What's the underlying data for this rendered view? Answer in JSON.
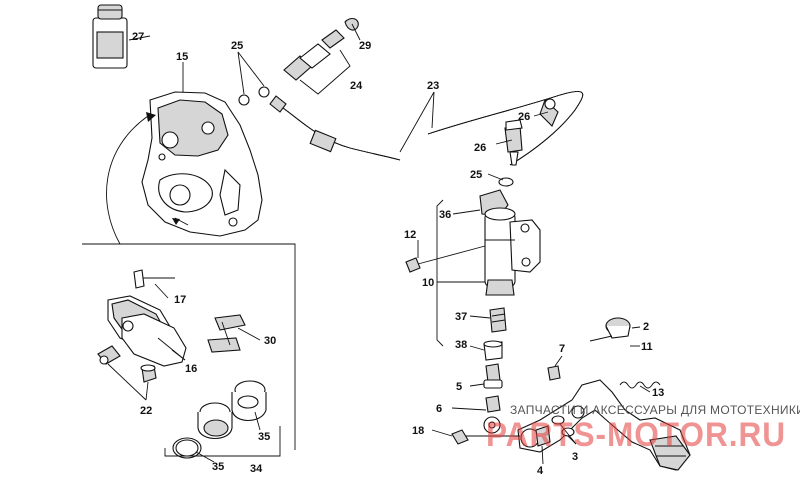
{
  "labels": {
    "l27": "27",
    "l15": "15",
    "l25a": "25",
    "l29": "29",
    "l24": "24",
    "l23": "23",
    "l26a": "26",
    "l26b": "26",
    "l25b": "25",
    "l36": "36",
    "l12": "12",
    "l10": "10",
    "l17": "17",
    "l30": "30",
    "l16": "16",
    "l22": "22",
    "l37": "37",
    "l38": "38",
    "l2": "2",
    "l11": "11",
    "l7": "7",
    "l13": "13",
    "l5": "5",
    "l6": "6",
    "l18": "18",
    "l4": "4",
    "l3": "3",
    "l35a": "35",
    "l35b": "35",
    "l34": "34"
  },
  "watermark": {
    "top": "ЗАПЧАСТИ И АКСЕССУАРЫ ДЛЯ МОТОТЕХНИКИ",
    "big": "PARTS-MOTOR.RU"
  }
}
